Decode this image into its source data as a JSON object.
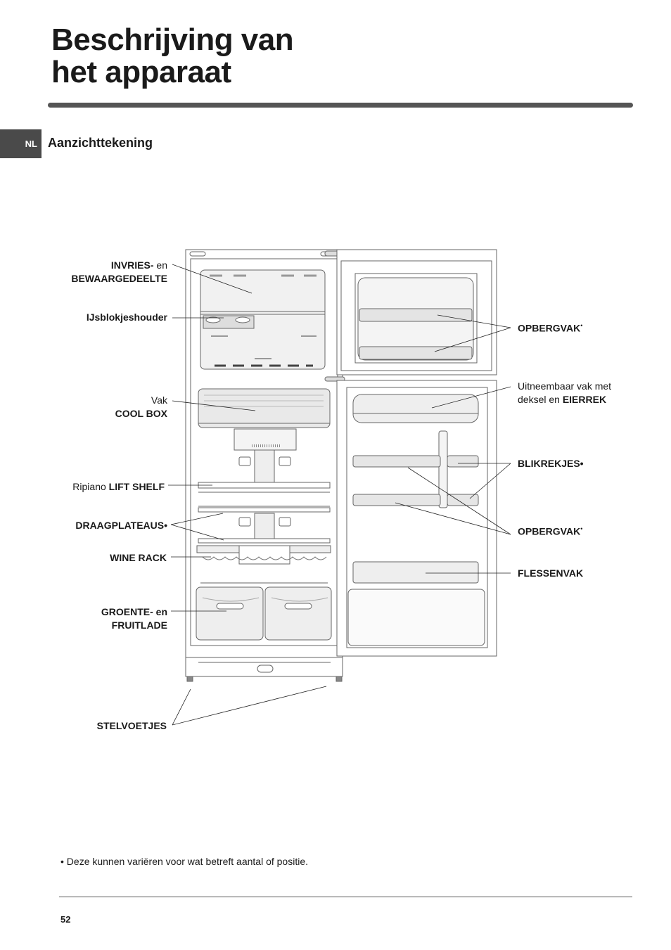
{
  "header": {
    "title_line1": "Beschrijving van",
    "title_line2": "het apparaat"
  },
  "language_tab": "NL",
  "section_title": "Aanzichttekening",
  "labels": {
    "invries_bold": "INVRIES-",
    "invries_normal": " en",
    "bewaargedeelte": "BEWAARGEDEELTE",
    "ijsblokjeshouder": "IJsblokjeshouder",
    "vak": "Vak",
    "cool_box": "COOL BOX",
    "ripiano": "Ripiano ",
    "lift_shelf": "LIFT  SHELF",
    "draagplateaus": "DRAAGPLATEAUS•",
    "wine_rack": "WINE RACK",
    "groente_line1": "GROENTE- en",
    "groente_line2": "FRUITLADE",
    "stelvoetjes": "STELVOETJES",
    "opbergvak_top": "OPBERGVAK",
    "opbergvak_top_mark": "•",
    "uitneembaar_line1": "Uitneembaar vak met",
    "uitneembaar_line2_normal": "deksel en ",
    "eierrek": "EIERREK",
    "blikrekjes": "BLIKREKJES•",
    "opbergvak_mid": "OPBERGVAK",
    "opbergvak_mid_mark": "•",
    "flessenvak": "FLESSENVAK"
  },
  "footnote": "• Deze kunnen variëren voor wat betreft aantal of positie.",
  "page_number": "52"
}
